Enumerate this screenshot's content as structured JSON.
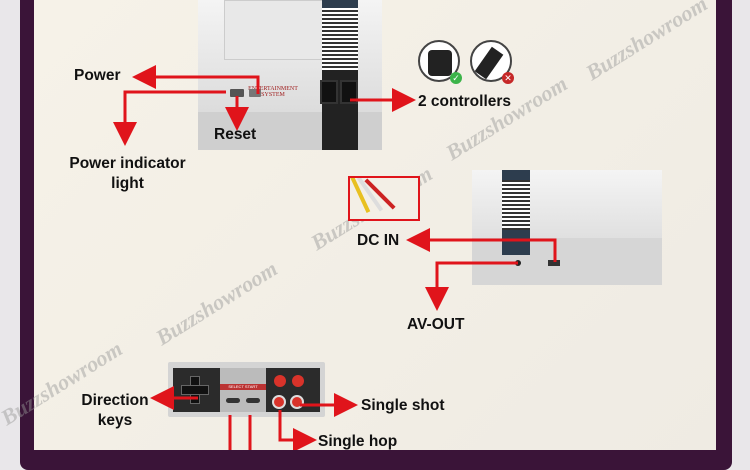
{
  "console_label": "ENTERTAINMENT SYSTEM",
  "labels": {
    "power": "Power",
    "reset": "Reset",
    "power_indicator": "Power indicator light",
    "controllers": "2 controllers",
    "dc_in": "DC IN",
    "av_out": "AV-OUT",
    "direction_keys": "Direction keys",
    "single_shot": "Single shot",
    "single_hop": "Single hop"
  },
  "controller_label": "SELECT START",
  "watermark": "Buzzshowroom",
  "colors": {
    "arrow": "#e0141b",
    "frame": "#3a1438",
    "background": "#f3efe6"
  }
}
